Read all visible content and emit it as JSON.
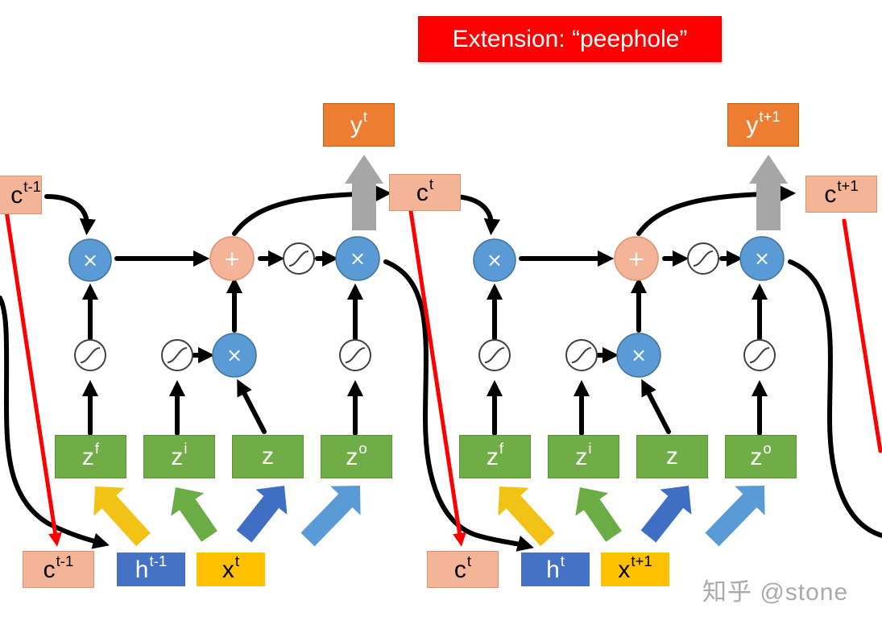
{
  "title": "Extension: “peephole”",
  "watermark": "知乎 @stone",
  "colors": {
    "title_bg": "#ff0000",
    "output": "#ed7d31",
    "cell": "#f4b497",
    "hidden": "#4472c4",
    "input": "#ffc000",
    "gate": "#70ad47",
    "multiply_node": "#5b9bd5",
    "add_node": "#f4b497",
    "peephole_line": "#ff0000",
    "flow_line": "#000000",
    "up_arrow": "#a6a6a6",
    "input_arrow_yellow": "#f2c314",
    "input_arrow_green": "#6aac46",
    "input_arrow_blue": "#3f6fc4",
    "input_arrow_lightblue": "#5b9bd5"
  },
  "icons": {
    "multiply": "×",
    "add": "+",
    "sigmoid": "sigmoid-icon"
  },
  "cells": [
    {
      "output": {
        "base": "y",
        "sup": "t"
      },
      "cell_prev_top": {
        "base": "c",
        "sup": "t-1"
      },
      "cell_prev_bottom": {
        "base": "c",
        "sup": "t-1"
      },
      "hidden_prev": {
        "base": "h",
        "sup": "t-1"
      },
      "input": {
        "base": "x",
        "sup": "t"
      },
      "gates": [
        {
          "base": "z",
          "sup": "f"
        },
        {
          "base": "z",
          "sup": "i"
        },
        {
          "base": "z",
          "sup": ""
        },
        {
          "base": "z",
          "sup": "o"
        }
      ]
    },
    {
      "output": {
        "base": "y",
        "sup": "t+1"
      },
      "cell_prev_top": {
        "base": "c",
        "sup": "t"
      },
      "cell_prev_bottom": {
        "base": "c",
        "sup": "t"
      },
      "hidden_prev": {
        "base": "h",
        "sup": "t"
      },
      "input": {
        "base": "x",
        "sup": "t+1"
      },
      "gates": [
        {
          "base": "z",
          "sup": "f"
        },
        {
          "base": "z",
          "sup": "i"
        },
        {
          "base": "z",
          "sup": ""
        },
        {
          "base": "z",
          "sup": "o"
        }
      ]
    }
  ],
  "next_cell": {
    "base": "c",
    "sup": "t+1"
  }
}
